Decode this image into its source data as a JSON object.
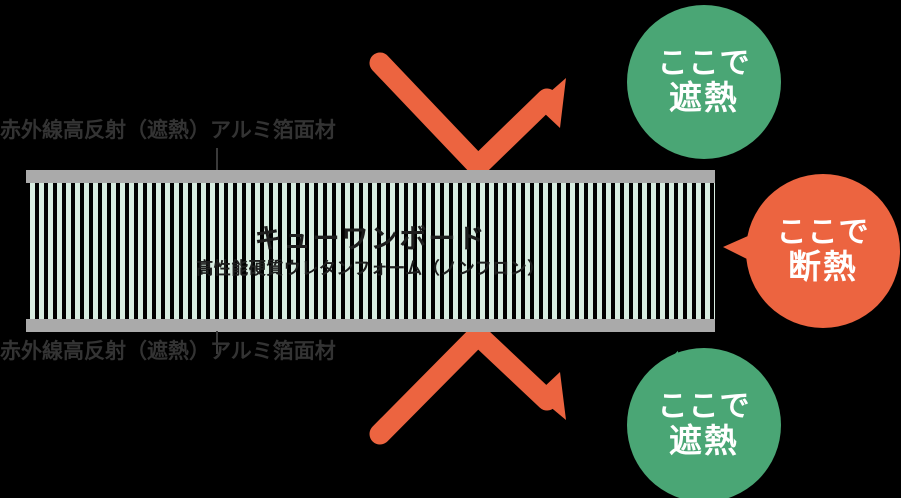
{
  "colors": {
    "background": "#000000",
    "accent_green": "#4aa675",
    "accent_orange": "#ec6440",
    "board_face": "#aaaaaa",
    "board_core": "#d7ece0",
    "board_stripe": "#000000",
    "label_text": "#333333",
    "board_text": "#1d1d1d",
    "bubble_text": "#ffffff"
  },
  "board": {
    "title": "キューワンボード",
    "subtitle": "高性能硬質ウレタンフォーム（ノンフロン）",
    "face_label_top": "赤外線高反射（遮熱）アルミ箔面材",
    "face_label_bottom": "赤外線高反射（遮熱）アルミ箔面材"
  },
  "bubbles": [
    {
      "id": "top-green",
      "line1": "ここで",
      "line2": "遮熱",
      "color": "#4aa675",
      "tail_direction": "down-left"
    },
    {
      "id": "middle-orange",
      "line1": "ここで",
      "line2": "断熱",
      "color": "#ec6440",
      "tail_direction": "left"
    },
    {
      "id": "bottom-green",
      "line1": "ここで",
      "line2": "遮熱",
      "color": "#4aa675",
      "tail_direction": "up-left"
    }
  ],
  "arrows": [
    {
      "id": "reflection-arrow-top",
      "shape": "v-bounce-up-right",
      "color": "#ec6440"
    },
    {
      "id": "reflection-arrow-bottom",
      "shape": "inverted-v-bounce-down-right",
      "color": "#ec6440"
    }
  ]
}
